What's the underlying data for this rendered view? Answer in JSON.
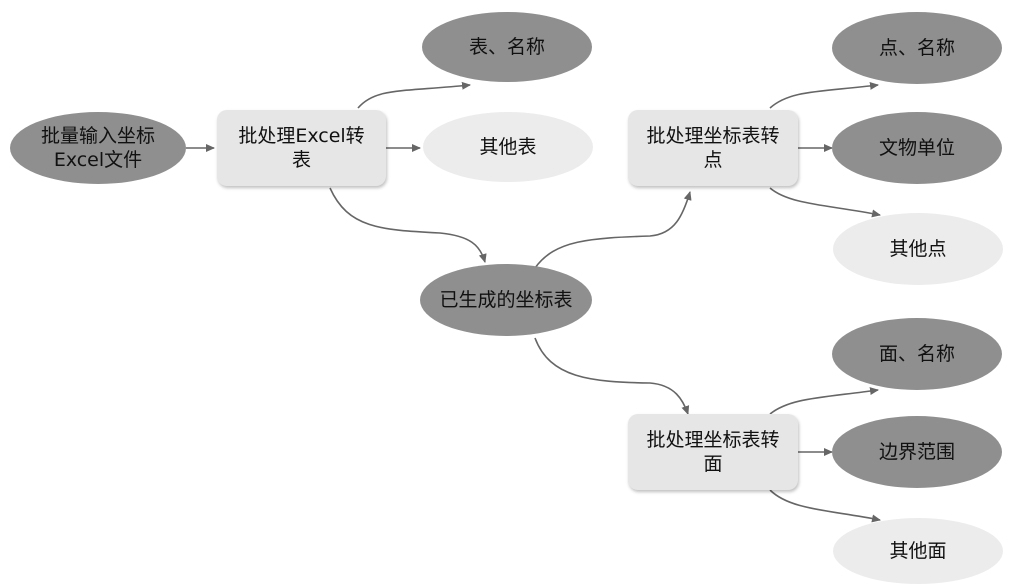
{
  "colors": {
    "dark_node": "#8f8f8f",
    "light_node": "#ececec",
    "process_box": "#e6e6e6",
    "edge": "#666666"
  },
  "nodes": {
    "input": "批量输入坐标\nExcel文件",
    "process_excel": "批处理Excel转\n表",
    "table_name": "表、名称",
    "other_tables": "其他表",
    "generated": "已生成的坐标表",
    "process_point": "批处理坐标表转\n点",
    "point_name": "点、名称",
    "relic_unit": "文物单位",
    "other_points": "其他点",
    "process_polygon": "批处理坐标表转\n面",
    "polygon_name": "面、名称",
    "boundary": "边界范围",
    "other_polygons": "其他面"
  }
}
